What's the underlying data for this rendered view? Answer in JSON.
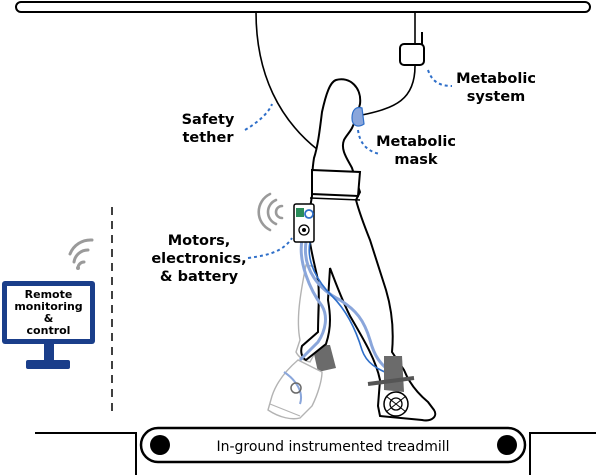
{
  "labels": {
    "metabolic_system": [
      "Metabolic",
      "system"
    ],
    "safety_tether": [
      "Safety",
      "tether"
    ],
    "metabolic_mask": [
      "Metabolic",
      "mask"
    ],
    "motors": [
      "Motors,",
      "electronics,",
      "& battery"
    ],
    "monitor": [
      "Remote",
      "monitoring",
      "&",
      "control"
    ],
    "treadmill": "In-ground instrumented treadmill"
  },
  "colors": {
    "accent_blue": "#2f6fc9",
    "cable_blue": "#8aa6db",
    "monitor_navy": "#1a3e8a",
    "strut_gray": "#6b6b6b"
  },
  "icons": [
    "wifi-icon",
    "monitor-icon",
    "metabolic-device-icon",
    "exo-battery-icon"
  ]
}
